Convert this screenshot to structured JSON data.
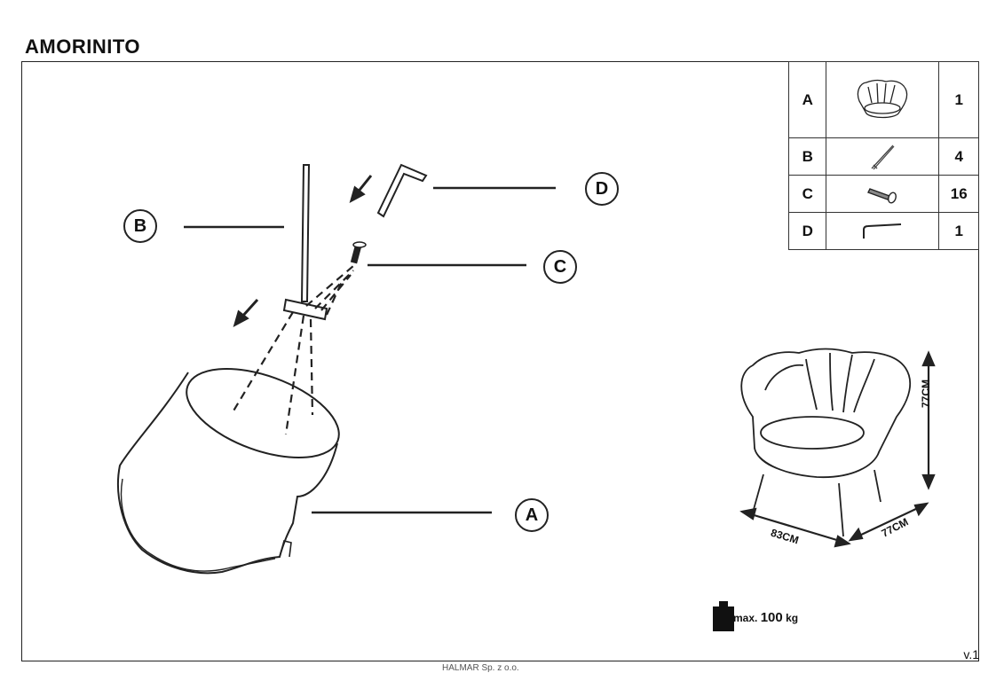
{
  "title": "AMORINITO",
  "parts": [
    {
      "letter": "A",
      "qty": "1",
      "icon": "armchair-icon"
    },
    {
      "letter": "B",
      "qty": "4",
      "icon": "leg-icon"
    },
    {
      "letter": "C",
      "qty": "16",
      "icon": "screw-icon"
    },
    {
      "letter": "D",
      "qty": "1",
      "icon": "allen-key-icon"
    }
  ],
  "callouts": {
    "a": "A",
    "b": "B",
    "c": "C",
    "d": "D"
  },
  "dimensions": {
    "height": "77CM",
    "width": "83CM",
    "depth": "77CM"
  },
  "max_load": {
    "prefix": "max.",
    "value": "100",
    "unit": "kg"
  },
  "version": "v.1",
  "footer": "HALMAR Sp. z o.o."
}
